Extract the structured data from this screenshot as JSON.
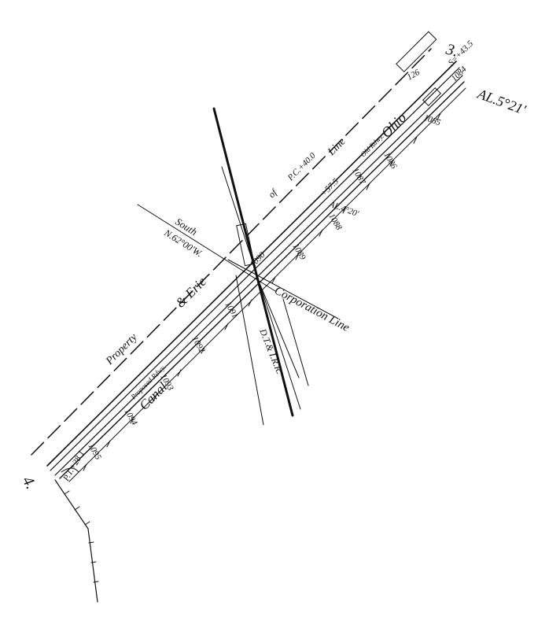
{
  "labels": {
    "point_three": "3.",
    "point_four": "4.",
    "al_top": "AL.5°21'",
    "al_mid": "AL.4°20'",
    "ohio": "Ohio",
    "and_erie": "& Erie",
    "canal": "Canal",
    "property_line_a": "Line",
    "property_line_b": "of",
    "property_word": "Property",
    "south": "South",
    "bearing": "N.62°00'W.",
    "corporation_line": "Corporation Line",
    "railroad": "D.T.& I.R.R.",
    "proposed_rdwy": "Proposed Rdwy.",
    "old_rdwy": "Old Rdwy.",
    "station_top": "S=+43.5",
    "station_mid": "P.C.+40.0",
    "station_ppc": "+57.5",
    "station_bottom": "P.T.+28.1",
    "lot_126": "126",
    "num_1084": "1084",
    "num_1085": "1085",
    "num_1086": "1086",
    "num_1087": "1087",
    "num_1088": "1088",
    "num_1089": "1089",
    "num_1090": "1090",
    "num_1091": "1091",
    "num_1092": "1092",
    "num_1093": "1093",
    "num_1094": "1094",
    "num_1095": "1095"
  }
}
